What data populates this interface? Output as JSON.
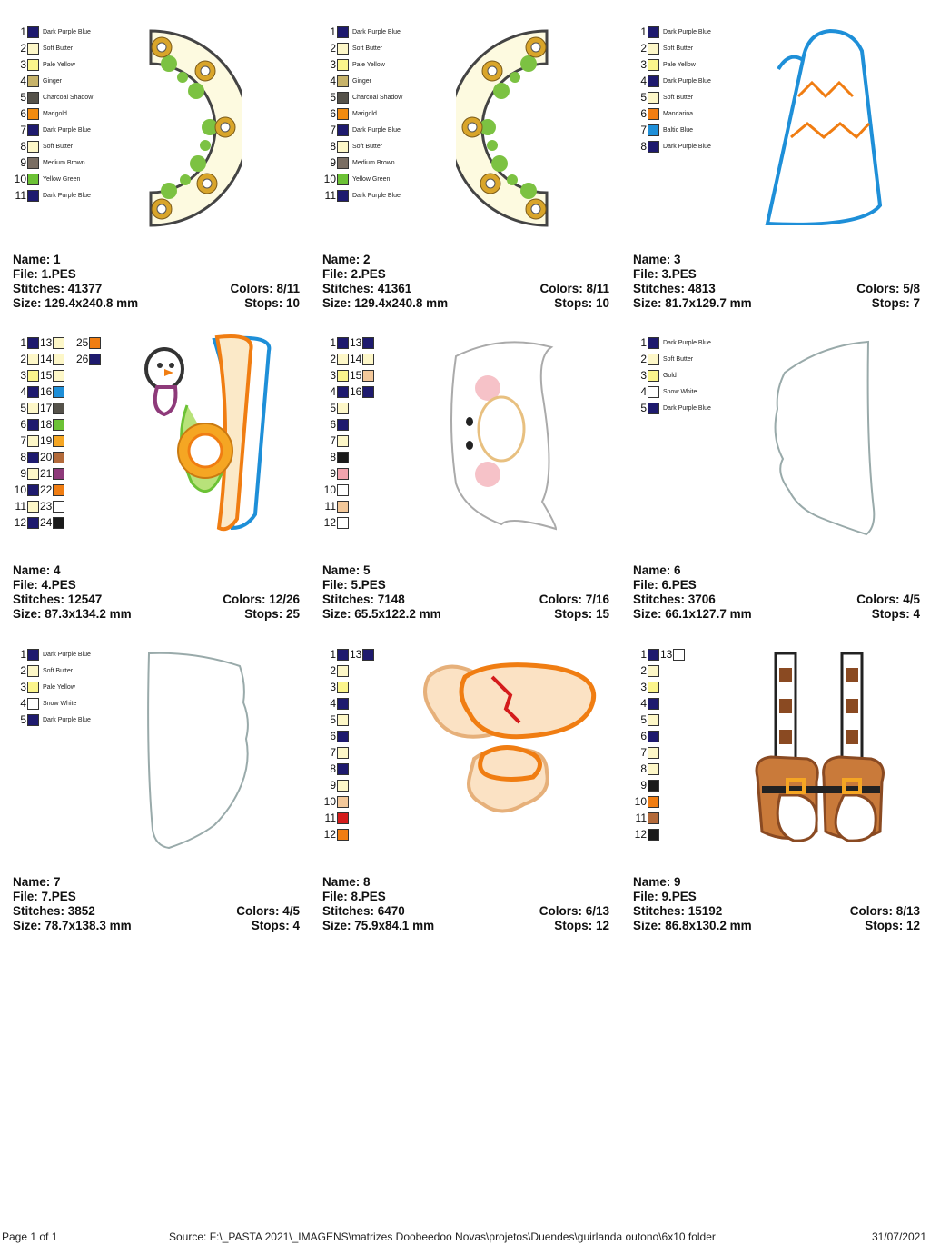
{
  "designs": [
    {
      "name_label": "Name: 1",
      "file_label": "File: 1.PES",
      "stitches_label": "Stitches: 41377",
      "size_label": "Size: 129.4x240.8 mm",
      "colors_label": "Colors: 8/11",
      "stops_label": "Stops: 10",
      "threads": [
        {
          "num": "1",
          "color": "#1e1a6e",
          "name": "Dark Purple Blue"
        },
        {
          "num": "2",
          "color": "#fdf7c8",
          "name": "Soft Butter"
        },
        {
          "num": "3",
          "color": "#fbf58c",
          "name": "Pale Yellow"
        },
        {
          "num": "4",
          "color": "#c7b36a",
          "name": "Ginger"
        },
        {
          "num": "5",
          "color": "#55524a",
          "name": "Charcoal Shadow"
        },
        {
          "num": "6",
          "color": "#f08b10",
          "name": "Marigold"
        },
        {
          "num": "7",
          "color": "#1e1a6e",
          "name": "Dark Purple Blue"
        },
        {
          "num": "8",
          "color": "#fdf7c8",
          "name": "Soft Butter"
        },
        {
          "num": "9",
          "color": "#7a6e63",
          "name": "Medium Brown"
        },
        {
          "num": "10",
          "color": "#6cc235",
          "name": "Yellow Green"
        },
        {
          "num": "11",
          "color": "#1e1a6e",
          "name": "Dark Purple Blue"
        }
      ]
    },
    {
      "name_label": "Name: 2",
      "file_label": "File: 2.PES",
      "stitches_label": "Stitches: 41361",
      "size_label": "Size: 129.4x240.8 mm",
      "colors_label": "Colors: 8/11",
      "stops_label": "Stops: 10",
      "threads": [
        {
          "num": "1",
          "color": "#1e1a6e",
          "name": "Dark Purple Blue"
        },
        {
          "num": "2",
          "color": "#fdf7c8",
          "name": "Soft Butter"
        },
        {
          "num": "3",
          "color": "#fbf58c",
          "name": "Pale Yellow"
        },
        {
          "num": "4",
          "color": "#c7b36a",
          "name": "Ginger"
        },
        {
          "num": "5",
          "color": "#55524a",
          "name": "Charcoal Shadow"
        },
        {
          "num": "6",
          "color": "#f08b10",
          "name": "Marigold"
        },
        {
          "num": "7",
          "color": "#1e1a6e",
          "name": "Dark Purple Blue"
        },
        {
          "num": "8",
          "color": "#fdf7c8",
          "name": "Soft Butter"
        },
        {
          "num": "9",
          "color": "#7a6e63",
          "name": "Medium Brown"
        },
        {
          "num": "10",
          "color": "#6cc235",
          "name": "Yellow Green"
        },
        {
          "num": "11",
          "color": "#1e1a6e",
          "name": "Dark Purple Blue"
        }
      ]
    },
    {
      "name_label": "Name: 3",
      "file_label": "File: 3.PES",
      "stitches_label": "Stitches: 4813",
      "size_label": "Size: 81.7x129.7 mm",
      "colors_label": "Colors: 5/8",
      "stops_label": "Stops: 7",
      "threads": [
        {
          "num": "1",
          "color": "#1e1a6e",
          "name": "Dark Purple Blue"
        },
        {
          "num": "2",
          "color": "#fdf7c8",
          "name": "Soft Butter"
        },
        {
          "num": "3",
          "color": "#fbf58c",
          "name": "Pale Yellow"
        },
        {
          "num": "4",
          "color": "#1e1a6e",
          "name": "Dark Purple Blue"
        },
        {
          "num": "5",
          "color": "#fdf7c8",
          "name": "Soft Butter"
        },
        {
          "num": "6",
          "color": "#f07d12",
          "name": "Mandarina"
        },
        {
          "num": "7",
          "color": "#1e8fd8",
          "name": "Baltic Blue"
        },
        {
          "num": "8",
          "color": "#1e1a6e",
          "name": "Dark Purple Blue"
        }
      ]
    },
    {
      "name_label": "Name: 4",
      "file_label": "File: 4.PES",
      "stitches_label": "Stitches: 12547",
      "size_label": "Size: 87.3x134.2 mm",
      "colors_label": "Colors: 12/26",
      "stops_label": "Stops: 25",
      "threads": [
        {
          "num": "1",
          "color": "#1e1a6e"
        },
        {
          "num": "2",
          "color": "#fdf7c8"
        },
        {
          "num": "3",
          "color": "#fbf58c"
        },
        {
          "num": "4",
          "color": "#1e1a6e"
        },
        {
          "num": "5",
          "color": "#fdf7c8"
        },
        {
          "num": "6",
          "color": "#1e1a6e"
        },
        {
          "num": "7",
          "color": "#fdf7c8"
        },
        {
          "num": "8",
          "color": "#1e1a6e"
        },
        {
          "num": "9",
          "color": "#fdf7c8"
        },
        {
          "num": "10",
          "color": "#1e1a6e"
        },
        {
          "num": "11",
          "color": "#fdf7c8"
        },
        {
          "num": "12",
          "color": "#1e1a6e"
        },
        {
          "num": "13",
          "color": "#fdf7c8"
        },
        {
          "num": "14",
          "color": "#fdf7c8"
        },
        {
          "num": "15",
          "color": "#fdf7c8"
        },
        {
          "num": "16",
          "color": "#1e8fd8"
        },
        {
          "num": "17",
          "color": "#55524a"
        },
        {
          "num": "18",
          "color": "#6cc235"
        },
        {
          "num": "19",
          "color": "#f5a623"
        },
        {
          "num": "20",
          "color": "#b36a3a"
        },
        {
          "num": "21",
          "color": "#8e3a7a"
        },
        {
          "num": "22",
          "color": "#f07d12"
        },
        {
          "num": "23",
          "color": "#ffffff"
        },
        {
          "num": "24",
          "color": "#1a1a1a"
        },
        {
          "num": "25",
          "color": "#f07d12"
        },
        {
          "num": "26",
          "color": "#1e1a6e"
        }
      ]
    },
    {
      "name_label": "Name: 5",
      "file_label": "File: 5.PES",
      "stitches_label": "Stitches: 7148",
      "size_label": "Size: 65.5x122.2 mm",
      "colors_label": "Colors: 7/16",
      "stops_label": "Stops: 15",
      "threads": [
        {
          "num": "1",
          "color": "#1e1a6e"
        },
        {
          "num": "2",
          "color": "#fdf7c8"
        },
        {
          "num": "3",
          "color": "#fbf58c"
        },
        {
          "num": "4",
          "color": "#1e1a6e"
        },
        {
          "num": "5",
          "color": "#fdf7c8"
        },
        {
          "num": "6",
          "color": "#1e1a6e"
        },
        {
          "num": "7",
          "color": "#fdf7c8"
        },
        {
          "num": "8",
          "color": "#1a1a1a"
        },
        {
          "num": "9",
          "color": "#f2a4ae"
        },
        {
          "num": "10",
          "color": "#ffffff"
        },
        {
          "num": "11",
          "color": "#f3c89a"
        },
        {
          "num": "12",
          "color": "#ffffff"
        },
        {
          "num": "13",
          "color": "#1e1a6e"
        },
        {
          "num": "14",
          "color": "#fdf7c8"
        },
        {
          "num": "15",
          "color": "#f3c89a"
        },
        {
          "num": "16",
          "color": "#1e1a6e"
        }
      ]
    },
    {
      "name_label": "Name: 6",
      "file_label": "File: 6.PES",
      "stitches_label": "Stitches: 3706",
      "size_label": "Size: 66.1x127.7 mm",
      "colors_label": "Colors: 4/5",
      "stops_label": "Stops: 4",
      "threads": [
        {
          "num": "1",
          "color": "#1e1a6e",
          "name": "Dark Purple Blue"
        },
        {
          "num": "2",
          "color": "#fdf7c8",
          "name": "Soft Butter"
        },
        {
          "num": "3",
          "color": "#fbf58c",
          "name": "Gold"
        },
        {
          "num": "4",
          "color": "#ffffff",
          "name": "Snow White"
        },
        {
          "num": "5",
          "color": "#1e1a6e",
          "name": "Dark Purple Blue"
        }
      ]
    },
    {
      "name_label": "Name: 7",
      "file_label": "File: 7.PES",
      "stitches_label": "Stitches: 3852",
      "size_label": "Size: 78.7x138.3 mm",
      "colors_label": "Colors: 4/5",
      "stops_label": "Stops: 4",
      "threads": [
        {
          "num": "1",
          "color": "#1e1a6e",
          "name": "Dark Purple Blue"
        },
        {
          "num": "2",
          "color": "#fdf7c8",
          "name": "Soft Butter"
        },
        {
          "num": "3",
          "color": "#fbf58c",
          "name": "Pale Yellow"
        },
        {
          "num": "4",
          "color": "#ffffff",
          "name": "Snow White"
        },
        {
          "num": "5",
          "color": "#1e1a6e",
          "name": "Dark Purple Blue"
        }
      ]
    },
    {
      "name_label": "Name: 8",
      "file_label": "File: 8.PES",
      "stitches_label": "Stitches: 6470",
      "size_label": "Size: 75.9x84.1 mm",
      "colors_label": "Colors: 6/13",
      "stops_label": "Stops: 12",
      "threads": [
        {
          "num": "1",
          "color": "#1e1a6e"
        },
        {
          "num": "2",
          "color": "#fdf7c8"
        },
        {
          "num": "3",
          "color": "#fbf58c"
        },
        {
          "num": "4",
          "color": "#1e1a6e"
        },
        {
          "num": "5",
          "color": "#fdf7c8"
        },
        {
          "num": "6",
          "color": "#1e1a6e"
        },
        {
          "num": "7",
          "color": "#fdf7c8"
        },
        {
          "num": "8",
          "color": "#1e1a6e"
        },
        {
          "num": "9",
          "color": "#fdf7c8"
        },
        {
          "num": "10",
          "color": "#f3c89a"
        },
        {
          "num": "11",
          "color": "#d41c1c"
        },
        {
          "num": "12",
          "color": "#f07d12"
        },
        {
          "num": "13",
          "color": "#1e1a6e"
        }
      ]
    },
    {
      "name_label": "Name: 9",
      "file_label": "File: 9.PES",
      "stitches_label": "Stitches: 15192",
      "size_label": "Size: 86.8x130.2 mm",
      "colors_label": "Colors: 8/13",
      "stops_label": "Stops: 12",
      "threads": [
        {
          "num": "1",
          "color": "#1e1a6e"
        },
        {
          "num": "2",
          "color": "#fdf7c8"
        },
        {
          "num": "3",
          "color": "#fbf58c"
        },
        {
          "num": "4",
          "color": "#1e1a6e"
        },
        {
          "num": "5",
          "color": "#fdf7c8"
        },
        {
          "num": "6",
          "color": "#1e1a6e"
        },
        {
          "num": "7",
          "color": "#fdf7c8"
        },
        {
          "num": "8",
          "color": "#fdf7c8"
        },
        {
          "num": "9",
          "color": "#1a1a1a"
        },
        {
          "num": "10",
          "color": "#f07d12"
        },
        {
          "num": "11",
          "color": "#b36a3a"
        },
        {
          "num": "12",
          "color": "#1a1a1a"
        },
        {
          "num": "13",
          "color": "#ffffff"
        }
      ]
    }
  ],
  "footer": {
    "page": "Page 1 of 1",
    "source": "Source: F:\\_PASTA 2021\\_IMAGENS\\matrizes Doobeedoo Novas\\projetos\\Duendes\\guirlanda outono\\6x10 folder",
    "date": "31/07/2021"
  }
}
